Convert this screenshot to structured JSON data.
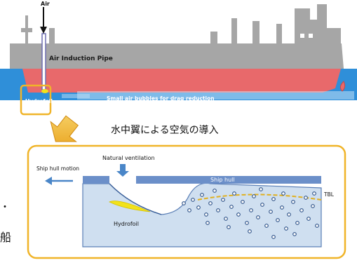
{
  "top": {
    "air_label": "Air",
    "pipe_label": "Air Induction Pipe",
    "hydrofoil_label": "Hydrofoil",
    "bubbles_label": "Small air bubbles for drag reduction"
  },
  "caption": "水中翼による空気の導入",
  "detail": {
    "ventilation_label": "Natural ventilation",
    "motion_label": "Ship hull motion",
    "hull_label": "Ship hull",
    "tbl_label": "TBL",
    "hydrofoil_label": "Hydrofoil"
  },
  "side_text": {
    "dot": "・",
    "ship_char": "船"
  },
  "colors": {
    "ship_gray": "#a6a6a6",
    "hull_red": "#e8696b",
    "water_blue": "#2f8fd9",
    "detail_water": "#cfdff0",
    "hull_blue": "#6b8fc9",
    "hydrofoil_yellow": "#f2e21a",
    "frame_gold": "#f0b429",
    "arrow_blue": "#4a86c8"
  }
}
